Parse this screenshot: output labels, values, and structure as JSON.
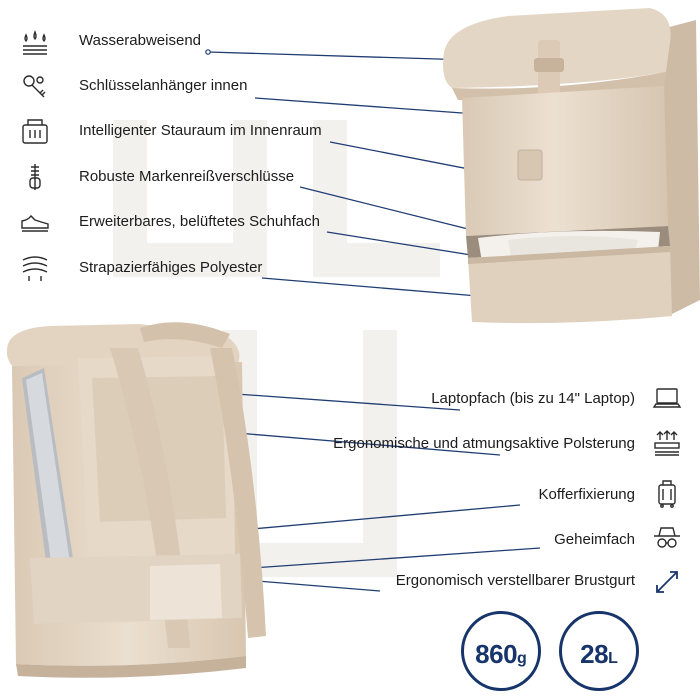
{
  "features_left": [
    {
      "label": "Wasserabweisend",
      "icon": "water-drops-icon"
    },
    {
      "label": "Schlüsselanhänger innen",
      "icon": "keys-icon"
    },
    {
      "label": "Intelligenter Stauraum im Innenraum",
      "icon": "compartment-icon"
    },
    {
      "label": "Robuste Markenreißverschlüsse",
      "icon": "zipper-icon"
    },
    {
      "label": "Erweiterbares, belüftetes Schuhfach",
      "icon": "sneaker-icon"
    },
    {
      "label": "Strapazierfähiges Polyester",
      "icon": "fabric-icon"
    }
  ],
  "features_right": [
    {
      "label": "Laptopfach (bis zu 14\" Laptop)",
      "icon": "laptop-icon"
    },
    {
      "label": "Ergonomische und atmungsaktive Polsterung",
      "icon": "padding-icon"
    },
    {
      "label": "Kofferfixierung",
      "icon": "suitcase-icon"
    },
    {
      "label": "Geheimfach",
      "icon": "secret-agent-icon"
    },
    {
      "label": "Ergonomisch verstellbarer Brustgurt",
      "icon": "adjust-arrows-icon"
    }
  ],
  "badges": [
    {
      "value": "860",
      "unit": "g"
    },
    {
      "value": "28",
      "unit": "L"
    }
  ],
  "colors": {
    "navy": "#17356b",
    "line": "#1f3d73",
    "bag": "#e7d9c8",
    "bag_shadow": "#cdbba6"
  }
}
